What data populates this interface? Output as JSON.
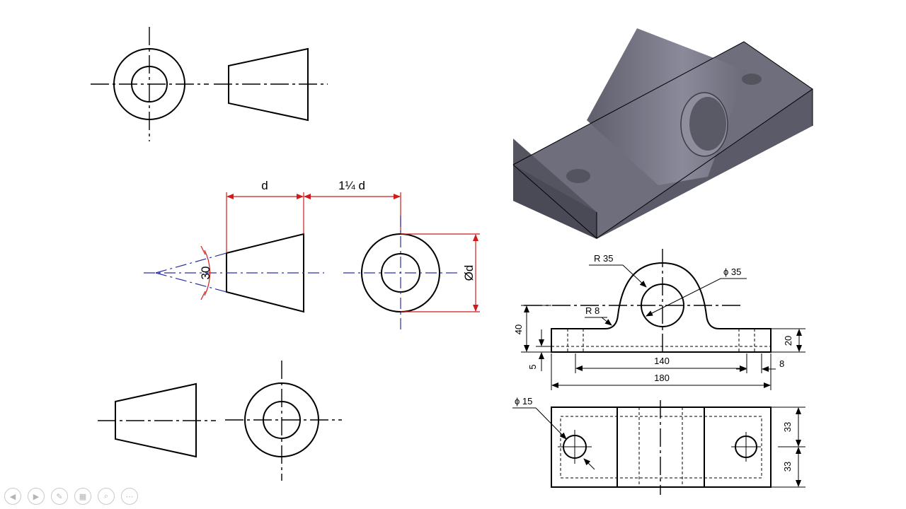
{
  "cone_projection": {
    "length_label": "d",
    "distance_label": "1¼ d",
    "angle_label": "30",
    "diameter_label": "Ød"
  },
  "bracket_drawing": {
    "radius_large": "R 35",
    "hole_diameter": "ϕ 35",
    "radius_small": "R 8",
    "height_total": "40",
    "base_thickness": "20",
    "counterbore_depth": "5",
    "hole_spacing": "140",
    "edge_offset": "8",
    "overall_length": "180",
    "bolt_hole_diameter": "ϕ 15",
    "half_width_top": "33",
    "half_width_bottom": "33"
  },
  "isometric_view": {
    "fill_color": "#6b6b78",
    "shade_color": "#9a9aa8"
  },
  "toolbar": {
    "prev_icon": "◀",
    "next_icon": "▶",
    "pen_icon": "✎",
    "slides_icon": "▦",
    "zoom_icon": "⌕",
    "more_icon": "⋯"
  }
}
